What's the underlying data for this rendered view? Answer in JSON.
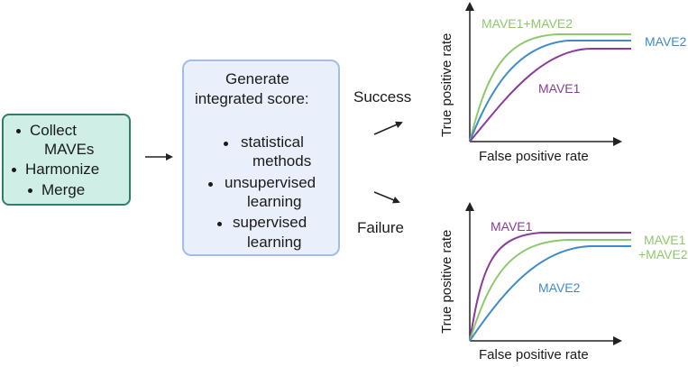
{
  "collect_box": {
    "items": [
      "Collect",
      "MAVEs",
      "Harmonize",
      "Merge"
    ]
  },
  "score_box": {
    "title_line1": "Generate",
    "title_line2": "integrated score:",
    "methods": [
      {
        "line1": "statistical",
        "line2": "methods"
      },
      {
        "line1": "unsupervised",
        "line2": "learning"
      },
      {
        "line1": "supervised",
        "line2": "learning"
      }
    ]
  },
  "outcomes": {
    "success": "Success",
    "failure": "Failure"
  },
  "colors": {
    "green": "#8dc96a",
    "blue": "#3f8bc9",
    "purple": "#8a3c9a",
    "box1_fill": "#cfeee6",
    "box1_border": "#2f7f6c",
    "box2_fill": "#e9f0fb",
    "box2_border": "#a3bde6"
  },
  "charts": {
    "success": {
      "xlabel": "False positive rate",
      "ylabel": "True positive rate",
      "series_labels": {
        "combined": "MAVE1+MAVE2",
        "mave2": "MAVE2",
        "mave1": "MAVE1"
      }
    },
    "failure": {
      "xlabel": "False positive rate",
      "ylabel": "True positive rate",
      "series_labels": {
        "mave1": "MAVE1",
        "combined_line1": "MAVE1",
        "combined_line2": "+MAVE2",
        "mave2": "MAVE2"
      }
    }
  }
}
